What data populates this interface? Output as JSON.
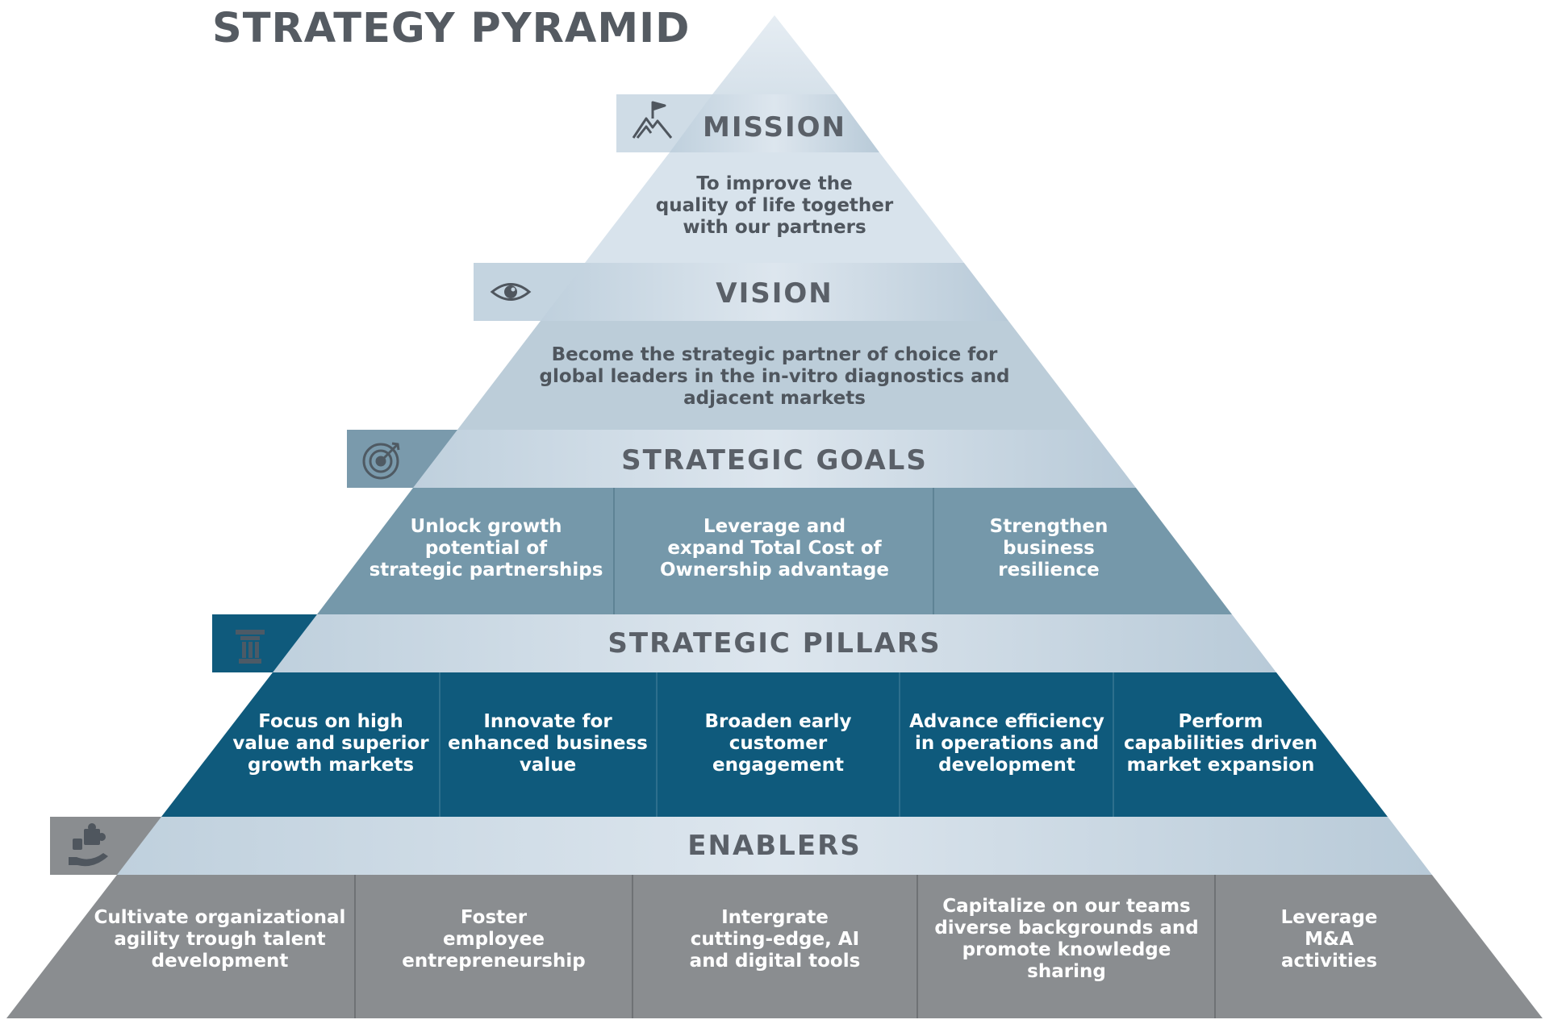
{
  "title": "STRATEGY PYRAMID",
  "colors": {
    "tip": "#dde6ee",
    "mission_text": "#d8e3ec",
    "vision_text": "#bccdd9",
    "goals_row": "#7598aa",
    "pillars_row": "#0f5a7c",
    "enablers_row": "#8a8d90",
    "header_band": "#d6e1ea",
    "title_text": "#555b62"
  },
  "mission": {
    "header": "MISSION",
    "icon": "mountain-flag-icon",
    "text": "To improve the\nquality of life together\nwith our partners"
  },
  "vision": {
    "header": "VISION",
    "icon": "eye-icon",
    "text": "Become the strategic partner of choice for\nglobal leaders in the in-vitro diagnostics and\nadjacent markets"
  },
  "goals": {
    "header": "STRATEGIC GOALS",
    "icon": "target-icon",
    "items": [
      "Unlock growth\npotential of\nstrategic partnerships",
      "Leverage and\nexpand Total Cost of\nOwnership advantage",
      "Strengthen\nbusiness\nresilience"
    ]
  },
  "pillars": {
    "header": "STRATEGIC PILLARS",
    "icon": "pillar-icon",
    "items": [
      "Focus on high\nvalue and superior\ngrowth markets",
      "Innovate for\nenhanced business\nvalue",
      "Broaden early\ncustomer\nengagement",
      "Advance efficiency\nin operations and\ndevelopment",
      "Perform\ncapabilities driven\nmarket expansion"
    ]
  },
  "enablers": {
    "header": "ENABLERS",
    "icon": "hand-puzzle-icon",
    "items": [
      "Cultivate organizational\nagility trough talent\ndevelopment",
      "Foster\nemployee\nentrepreneurship",
      "Intergrate\ncutting-edge, AI\nand digital tools",
      "Capitalize on our teams\ndiverse backgrounds and\npromote knowledge sharing",
      "Leverage\nM&A\nactivities"
    ]
  }
}
